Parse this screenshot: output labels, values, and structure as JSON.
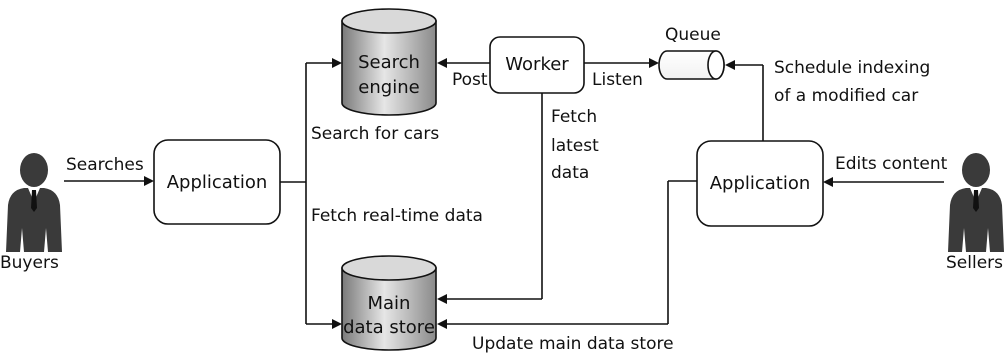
{
  "nodes": {
    "buyers": "Buyers",
    "sellers": "Sellers",
    "app_left": "Application",
    "app_right": "Application",
    "search_engine": [
      "Search",
      "engine"
    ],
    "main_store": [
      "Main",
      "data store"
    ],
    "worker": "Worker",
    "queue": "Queue"
  },
  "edges": {
    "searches": "Searches",
    "search_for_cars": "Search for cars",
    "fetch_realtime": "Fetch real-time data",
    "post": "Post",
    "listen": "Listen",
    "fetch_latest": [
      "Fetch",
      "latest",
      "data"
    ],
    "schedule_indexing": [
      "Schedule indexing",
      "of a modified car"
    ],
    "edits_content": "Edits content",
    "update_main": "Update main data store"
  },
  "colors": {
    "ink": "#111111",
    "cylinder_light": "#e6e6e6",
    "cylinder_dark": "#7a7a7a",
    "person": "#3a3a3a"
  },
  "icons": {
    "buyer": "businessman-icon",
    "seller": "businessman-icon"
  }
}
